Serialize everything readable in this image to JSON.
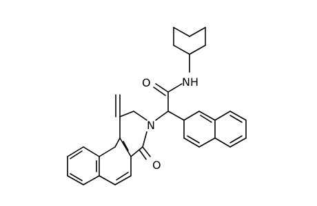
{
  "molecule": {
    "atom_labels": {
      "amide_oxygen": "O",
      "amide_nh": "NH",
      "ring_nitrogen": "N",
      "lactam_oxygen": "O"
    },
    "colors": {
      "bond": "#000000",
      "label": "#000000",
      "background": "#ffffff"
    }
  }
}
